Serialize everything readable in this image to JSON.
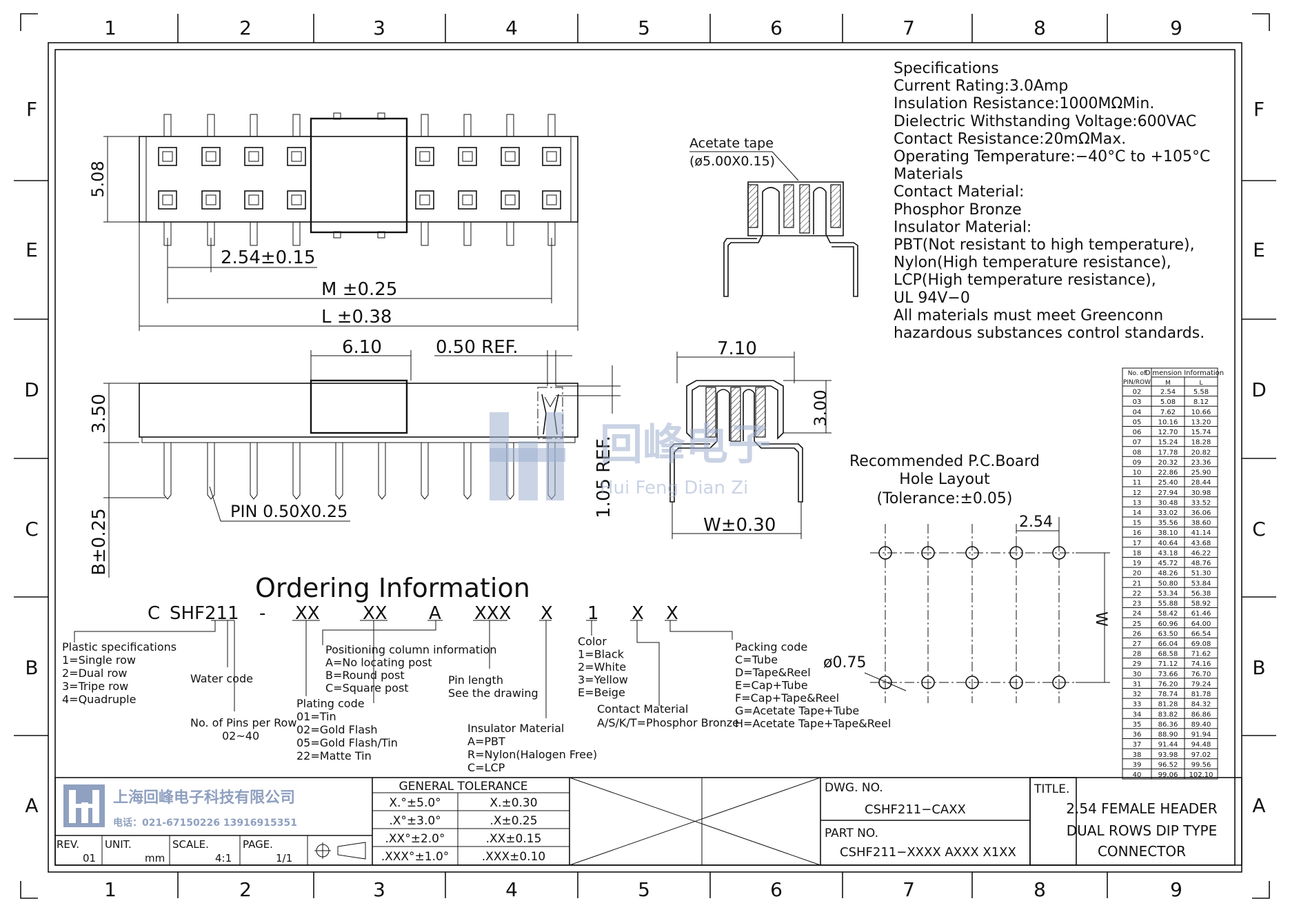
{
  "grid": {
    "columns": [
      "1",
      "2",
      "3",
      "4",
      "5",
      "6",
      "7",
      "8",
      "9"
    ],
    "rows": [
      "F",
      "E",
      "D",
      "C",
      "B",
      "A"
    ]
  },
  "specifications": {
    "lines": [
      "Specifications",
      "Current Rating:3.0Amp",
      "Insulation  Resistance:1000MΩMin.",
      "Dielectric  Withstanding  Voltage:600VAC",
      "Contact  Resistance:20mΩMax.",
      "Operating  Temperature:−40°C  to  +105°C",
      "Materials",
      "Contact  Material:",
      "Phosphor Bronze",
      "Insulator  Material:",
      "PBT(Not  resistant  to  high  temperature),",
      "Nylon(High  temperature  resistance),",
      "LCP(High  temperature  resistance),",
      "UL  94V−0",
      "All  materials  must  meet  Greenconn",
      "hazardous  substances  control  standards."
    ]
  },
  "dims": {
    "pitch_v": "5.08",
    "pitch_h": "2.54±0.15",
    "m": "M  ±0.25",
    "l": "L  ±0.38",
    "w610": "6.10",
    "ref050": "0.50  REF.",
    "h350": "3.50",
    "pin": "PIN  0.50X0.25",
    "b": "B±0.25",
    "ref105": "1.05  REF.",
    "w710": "7.10",
    "h300": "3.00",
    "w030": "W±0.30",
    "tape1": "Acetate  tape",
    "tape2": "(ø5.00X0.15)"
  },
  "pcb": {
    "title1": "Recommended  P.C.Board",
    "title2": "Hole  Layout",
    "title3": "(Tolerance:±0.05)",
    "pitch": "2.54",
    "hole": "ø0.75",
    "w": "W"
  },
  "watermark": {
    "cn": "回峰电子",
    "en": "Hui Feng Dian Zi"
  },
  "ordering": {
    "title": "Ordering  Information",
    "code": [
      "C",
      "SHF211",
      "-",
      "XX",
      "XX",
      "A",
      "XXX",
      "X",
      "1",
      "X",
      "X"
    ],
    "plastic": [
      "Plastic  specifications",
      "1=Single  row",
      "2=Dual  row",
      "3=Tripe  row",
      "4=Quadruple"
    ],
    "water": "Water  code",
    "pins": [
      "No. of  Pins per  Row",
      "02~40"
    ],
    "positioning": [
      "Positioning  column  information",
      "A=No  locating  post",
      "B=Round  post",
      "C=Square  post"
    ],
    "plating": [
      "Plating  code",
      "01=Tin",
      "02=Gold  Flash",
      "05=Gold  Flash/Tin",
      "22=Matte  Tin"
    ],
    "pinlen": [
      "Pin  length",
      "See  the  drawing"
    ],
    "insulator": [
      "Insulator  Material",
      "A=PBT",
      "R=Nylon(Halogen  Free)",
      "C=LCP"
    ],
    "color": [
      "Color",
      "1=Black",
      "2=White",
      "3=Yellow",
      "E=Beige"
    ],
    "contact": [
      "Contact  Material",
      "A/S/K/T=Phosphor  Bronze"
    ],
    "packing": [
      "Packing  code",
      "C=Tube",
      "D=Tape&Reel",
      "E=Cap+Tube",
      "F=Cap+Tape&Reel",
      "G=Acetate  Tape+Tube",
      "H=Acetate  Tape+Tape&Reel"
    ]
  },
  "dimension_table": {
    "header_left": "No.  of",
    "header_left2": "PIN/ROW",
    "header_right": "Dimension  Information",
    "col_m": "M",
    "col_l": "L",
    "rows": [
      [
        "02",
        "2.54",
        "5.58"
      ],
      [
        "03",
        "5.08",
        "8.12"
      ],
      [
        "04",
        "7.62",
        "10.66"
      ],
      [
        "05",
        "10.16",
        "13.20"
      ],
      [
        "06",
        "12.70",
        "15.74"
      ],
      [
        "07",
        "15.24",
        "18.28"
      ],
      [
        "08",
        "17.78",
        "20.82"
      ],
      [
        "09",
        "20.32",
        "23.36"
      ],
      [
        "10",
        "22.86",
        "25.90"
      ],
      [
        "11",
        "25.40",
        "28.44"
      ],
      [
        "12",
        "27.94",
        "30.98"
      ],
      [
        "13",
        "30.48",
        "33.52"
      ],
      [
        "14",
        "33.02",
        "36.06"
      ],
      [
        "15",
        "35.56",
        "38.60"
      ],
      [
        "16",
        "38.10",
        "41.14"
      ],
      [
        "17",
        "40.64",
        "43.68"
      ],
      [
        "18",
        "43.18",
        "46.22"
      ],
      [
        "19",
        "45.72",
        "48.76"
      ],
      [
        "20",
        "48.26",
        "51.30"
      ],
      [
        "21",
        "50.80",
        "53.84"
      ],
      [
        "22",
        "53.34",
        "56.38"
      ],
      [
        "23",
        "55.88",
        "58.92"
      ],
      [
        "24",
        "58.42",
        "61.46"
      ],
      [
        "25",
        "60.96",
        "64.00"
      ],
      [
        "26",
        "63.50",
        "66.54"
      ],
      [
        "27",
        "66.04",
        "69.08"
      ],
      [
        "28",
        "68.58",
        "71.62"
      ],
      [
        "29",
        "71.12",
        "74.16"
      ],
      [
        "30",
        "73.66",
        "76.70"
      ],
      [
        "31",
        "76.20",
        "79.24"
      ],
      [
        "32",
        "78.74",
        "81.78"
      ],
      [
        "33",
        "81.28",
        "84.32"
      ],
      [
        "34",
        "83.82",
        "86.86"
      ],
      [
        "35",
        "86.36",
        "89.40"
      ],
      [
        "36",
        "88.90",
        "91.94"
      ],
      [
        "37",
        "91.44",
        "94.48"
      ],
      [
        "38",
        "93.98",
        "97.02"
      ],
      [
        "39",
        "96.52",
        "99.56"
      ],
      [
        "40",
        "99.06",
        "102.10"
      ]
    ]
  },
  "title_block": {
    "company": "上海回峰电子科技有限公司",
    "phone": "电话：021-67150226   13916915351",
    "rev_label": "REV.",
    "rev": "01",
    "unit_label": "UNIT.",
    "unit": "mm",
    "scale_label": "SCALE.",
    "scale": "4:1",
    "page_label": "PAGE.",
    "page": "1/1",
    "tol_title": "GENERAL  TOLERANCE",
    "tolerances": [
      [
        "X.°±5.0°",
        "X.±0.30"
      ],
      [
        ".X°±3.0°",
        ".X±0.25"
      ],
      [
        ".XX°±2.0°",
        ".XX±0.15"
      ],
      [
        ".XXX°±1.0°",
        ".XXX±0.10"
      ]
    ],
    "dwg_label": "DWG.  NO.",
    "dwg": "CSHF211−CAXX",
    "part_label": "PART  NO.",
    "part": "CSHF211−XXXX  AXXX  X1XX",
    "title_label": "TITLE.",
    "title_lines": [
      "2.54  FEMALE  HEADER",
      "DUAL  ROWS  DIP  TYPE",
      "CONNECTOR"
    ]
  }
}
